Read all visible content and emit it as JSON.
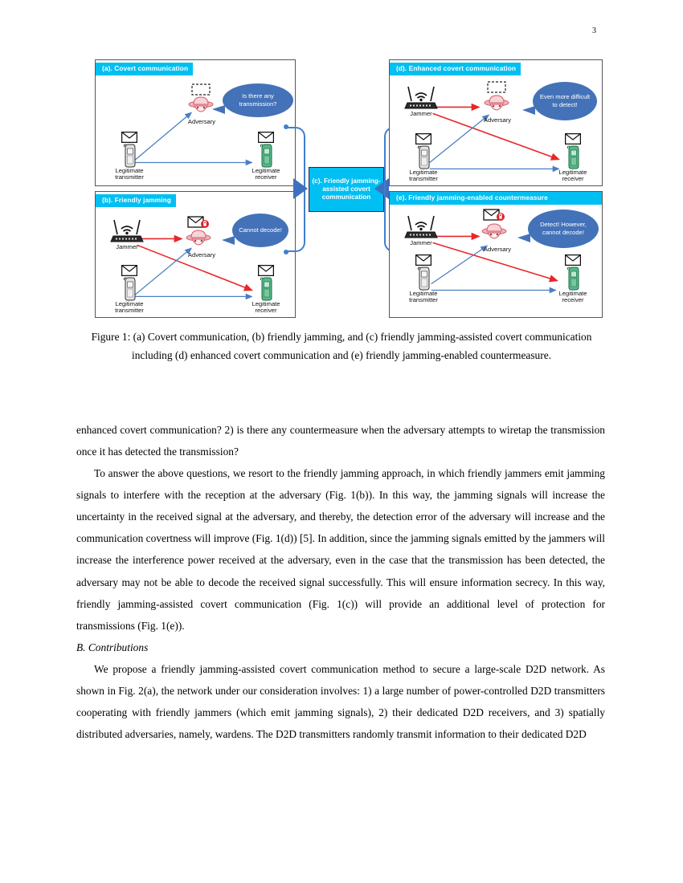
{
  "page": {
    "number": "3"
  },
  "figure": {
    "panels": [
      {
        "id": "a",
        "header": "(a). Covert communication",
        "nodes": {
          "adversary": "Adversary",
          "transmitter_line1": "Legitimate",
          "transmitter_line2": "transmitter",
          "receiver_line1": "Legitimate",
          "receiver_line2": "receiver"
        },
        "bubble": "Is there any transmission?"
      },
      {
        "id": "b",
        "header": "(b). Friendly jamming",
        "nodes": {
          "jammer": "Jammer",
          "adversary": "Adversary",
          "transmitter_line1": "Legitimate",
          "transmitter_line2": "transmitter",
          "receiver_line1": "Legitimate",
          "receiver_line2": "receiver"
        },
        "bubble": "Cannot decode!"
      },
      {
        "id": "d",
        "header": "(d). Enhanced covert communication",
        "nodes": {
          "jammer": "Jammer",
          "adversary": "Adversary",
          "transmitter_line1": "Legitimate",
          "transmitter_line2": "transmitter",
          "receiver_line1": "Legitimate",
          "receiver_line2": "receiver"
        },
        "bubble": "Even more difficult to detect!"
      },
      {
        "id": "e",
        "header": "(e). Friendly jamming-enabled countermeasure",
        "nodes": {
          "jammer": "Jammer",
          "adversary": "Adversary",
          "transmitter_line1": "Legitimate",
          "transmitter_line2": "transmitter",
          "receiver_line1": "Legitimate",
          "receiver_line2": "receiver"
        },
        "bubble": "Detect! However, cannot decode!"
      }
    ],
    "center_box": "(c). Friendly jamming-assisted covert communication",
    "colors": {
      "header_cyan": "#00BFF2",
      "bubble_blue": "#4472B8",
      "connector_blue": "#3f7fd0",
      "signal_blue": "#4a7fc1",
      "jam_red": "#e8262a",
      "receiver_green": "#4fb783",
      "adversary_red": "#e06b74"
    }
  },
  "caption": "Figure 1: (a) Covert communication, (b) friendly jamming, and (c) friendly jamming-assisted covert communication including (d) enhanced covert communication and (e) friendly jamming-enabled countermeasure.",
  "body": {
    "paragraph_1": "enhanced covert communication? 2) is there any countermeasure when the adversary attempts to wiretap the transmission once it has detected the transmission?",
    "paragraph_2": "To answer the above questions, we resort to the friendly jamming approach, in which friendly jammers emit jamming signals to interfere with the reception at the adversary (Fig. 1(b)). In this way, the jamming signals will increase the uncertainty in the received signal at the adversary, and thereby, the detection error of the adversary will increase and the communication covertness will improve (Fig. 1(d)) [5]. In addition, since the jamming signals emitted by the jammers will increase the interference power received at the adversary, even in the case that the transmission has been detected, the adversary may not be able to decode the received signal successfully. This will ensure information secrecy. In this way, friendly jamming-assisted covert communication (Fig. 1(c)) will provide an additional level of protection for transmissions (Fig. 1(e)).",
    "section_b_heading": "B.  Contributions",
    "paragraph_3": "We propose a friendly jamming-assisted covert communication method to secure a large-scale D2D network. As shown in Fig. 2(a), the network under our consideration involves: 1) a large number of power-controlled D2D transmitters cooperating with friendly jammers (which emit jamming signals), 2) their dedicated D2D receivers, and 3) spatially distributed adversaries, namely, wardens. The D2D transmitters randomly transmit information to their dedicated D2D"
  }
}
